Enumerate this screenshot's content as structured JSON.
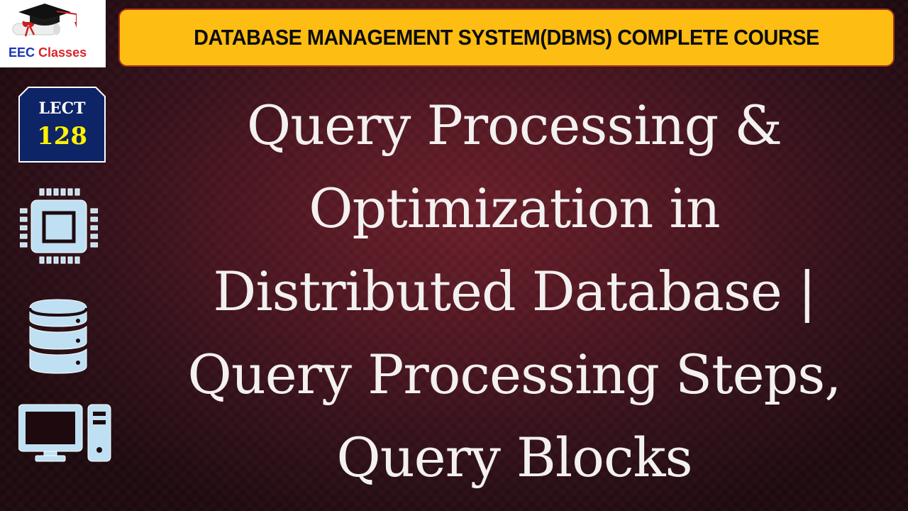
{
  "logo": {
    "brand_part1": "EEC",
    "brand_part2": "Classes",
    "icon": "graduation-cap-diploma-icon",
    "colors": {
      "eec": "#1c35b8",
      "classes": "#d8262a"
    }
  },
  "banner": {
    "text": "DATABASE MANAGEMENT SYSTEM(DBMS) COMPLETE COURSE",
    "background": "#fdbd12"
  },
  "lecture_badge": {
    "label": "LECT",
    "number": "128",
    "background": "#0d2466",
    "number_color": "#fff200"
  },
  "side_icons": [
    {
      "name": "cpu-chip-icon"
    },
    {
      "name": "database-icon"
    },
    {
      "name": "desktop-computer-icon"
    }
  ],
  "title": {
    "lines": [
      "Query Processing &",
      "Optimization in",
      "Distributed Database  |",
      "Query Processing Steps,",
      "Query Blocks"
    ]
  }
}
